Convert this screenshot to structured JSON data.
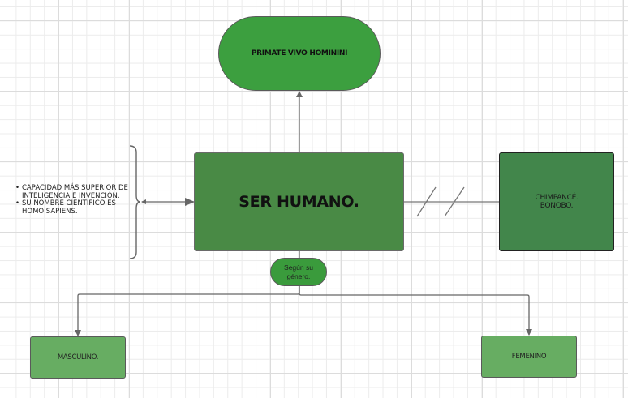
{
  "diagram": {
    "top_node": {
      "label": "PRIMATE VIVO HOMININI"
    },
    "center_node": {
      "label": "SER HUMANO."
    },
    "right_node": {
      "lines": [
        "CHIMPANCÉ.",
        "BONOBO."
      ]
    },
    "branch_node": {
      "lines": [
        "Según su",
        "género."
      ]
    },
    "left_child": {
      "label": "MASCULINO."
    },
    "right_child": {
      "label": "FEMENINO"
    },
    "notes": [
      "CAPACIDAD MÁS SUPERIOR DE INTELIGENCIA E INVENCIÓN.",
      "SU NOMBRE CIENTÍFICO ES HOMO SAPIENS."
    ]
  },
  "colors": {
    "top_node": "#3c9f3f",
    "center_node": "#498a45",
    "right_node": "#42864b",
    "branch_node": "#3a9b3c",
    "child_nodes": "#67ad62",
    "connector": "#666666"
  }
}
